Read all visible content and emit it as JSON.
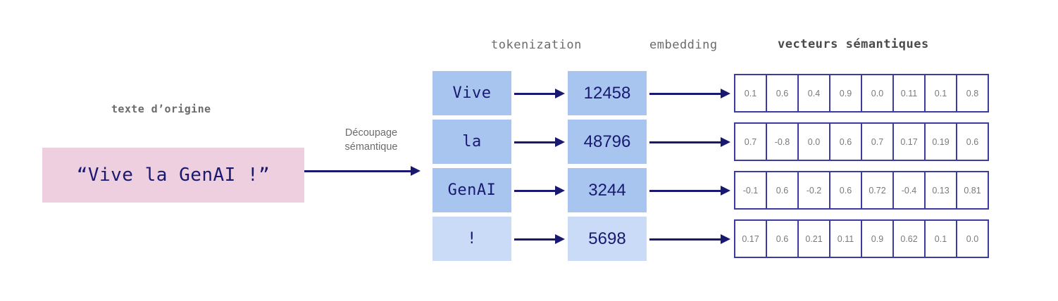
{
  "headers": {
    "tokenization": "tokenization",
    "embedding": "embedding",
    "vectors": "vecteurs sémantiques"
  },
  "source": {
    "label": "texte d’origine",
    "text": "“Vive la GenAI !”",
    "box_color": "#edcfdf",
    "text_color": "#191970"
  },
  "split_arrow": {
    "line1": "Découpage",
    "line2": "sémantique"
  },
  "tokens": [
    {
      "text": "Vive",
      "highlight": "normal"
    },
    {
      "text": "la",
      "highlight": "normal"
    },
    {
      "text": "GenAI",
      "highlight": "normal"
    },
    {
      "text": "!",
      "highlight": "light"
    }
  ],
  "token_ids": [
    {
      "text": "12458",
      "highlight": "normal"
    },
    {
      "text": "48796",
      "highlight": "normal"
    },
    {
      "text": "3244",
      "highlight": "normal"
    },
    {
      "text": "5698",
      "highlight": "light"
    }
  ],
  "vectors": [
    [
      "0.1",
      "0.6",
      "0.4",
      "0.9",
      "0.0",
      "0.11",
      "0.1",
      "0.8"
    ],
    [
      "0.7",
      "-0.8",
      "0.0",
      "0.6",
      "0.7",
      "0.17",
      "0.19",
      "0.6"
    ],
    [
      "-0.1",
      "0.6",
      "-0.2",
      "0.6",
      "0.72",
      "-0.4",
      "0.13",
      "0.81"
    ],
    [
      "0.17",
      "0.6",
      "0.21",
      "0.11",
      "0.9",
      "0.62",
      "0.1",
      "0.0"
    ]
  ],
  "colors": {
    "cell_blue": "#a8c5f0",
    "cell_blue_light": "#c9dbf7",
    "arrow_navy": "#191970",
    "vector_border": "#3b3ba0",
    "label_gray": "#6b6b6b"
  }
}
